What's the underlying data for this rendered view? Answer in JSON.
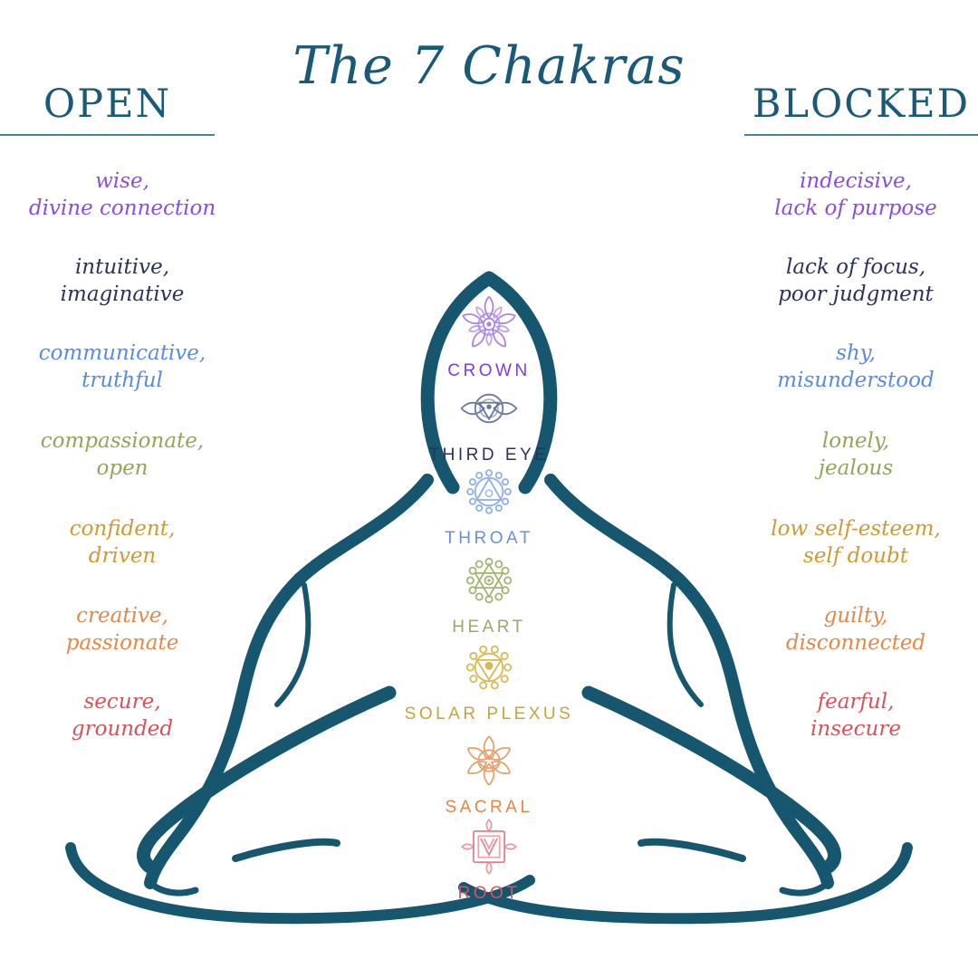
{
  "title": {
    "text": "The 7 Chakras"
  },
  "colors": {
    "accent": "#1A5A78",
    "figure": "#16566F",
    "divider": "#4E8096"
  },
  "open_column": {
    "heading": "OPEN",
    "items": [
      {
        "line1": "wise,",
        "line2": "divine connection",
        "color": "#8B4FD6"
      },
      {
        "line1": "intuitive,",
        "line2": "imaginative",
        "color": "#2A3358"
      },
      {
        "line1": "communicative,",
        "line2": "truthful",
        "color": "#5C8BD9"
      },
      {
        "line1": "compassionate,",
        "line2": "open",
        "color": "#8FA65B"
      },
      {
        "line1": "confident,",
        "line2": "driven",
        "color": "#CC9B33"
      },
      {
        "line1": "creative,",
        "line2": "passionate",
        "color": "#E08A4B"
      },
      {
        "line1": "secure,",
        "line2": "grounded",
        "color": "#D4545C"
      }
    ]
  },
  "blocked_column": {
    "heading": "BLOCKED",
    "items": [
      {
        "line1": "indecisive,",
        "line2": "lack of purpose",
        "color": "#8B4FD6"
      },
      {
        "line1": "lack of focus,",
        "line2": "poor judgment",
        "color": "#2A3358"
      },
      {
        "line1": "shy,",
        "line2": "misunderstood",
        "color": "#5C8BD9"
      },
      {
        "line1": "lonely,",
        "line2": "jealous",
        "color": "#8FA65B"
      },
      {
        "line1": "low self-esteem,",
        "line2": "self doubt",
        "color": "#CC9B33"
      },
      {
        "line1": "guilty,",
        "line2": "disconnected",
        "color": "#E08A4B"
      },
      {
        "line1": "fearful,",
        "line2": "insecure",
        "color": "#D4545C"
      }
    ]
  },
  "chakras": [
    {
      "label": "CROWN",
      "label_color": "#7E3FD2",
      "symbol_color": "#A77AE0",
      "icon": "crown-lotus-icon"
    },
    {
      "label": "THIRD EYE",
      "label_color": "#2A3358",
      "symbol_color": "#5D6E9B",
      "icon": "third-eye-icon"
    },
    {
      "label": "THROAT",
      "label_color": "#6590DA",
      "symbol_color": "#84ABE8",
      "icon": "throat-chakra-icon"
    },
    {
      "label": "HEART",
      "label_color": "#9AAA66",
      "symbol_color": "#9CAE68",
      "icon": "heart-star-icon"
    },
    {
      "label": "SOLAR PLEXUS",
      "label_color": "#CAA23C",
      "symbol_color": "#D5B44A",
      "icon": "solar-plexus-icon"
    },
    {
      "label": "SACRAL",
      "label_color": "#E2874A",
      "symbol_color": "#E29A62",
      "icon": "sacral-crescent-icon"
    },
    {
      "label": "ROOT",
      "label_color": "#D9525E",
      "symbol_color": "#DB7A83",
      "icon": "root-square-icon"
    }
  ],
  "figure": {
    "name": "meditating person outline"
  }
}
